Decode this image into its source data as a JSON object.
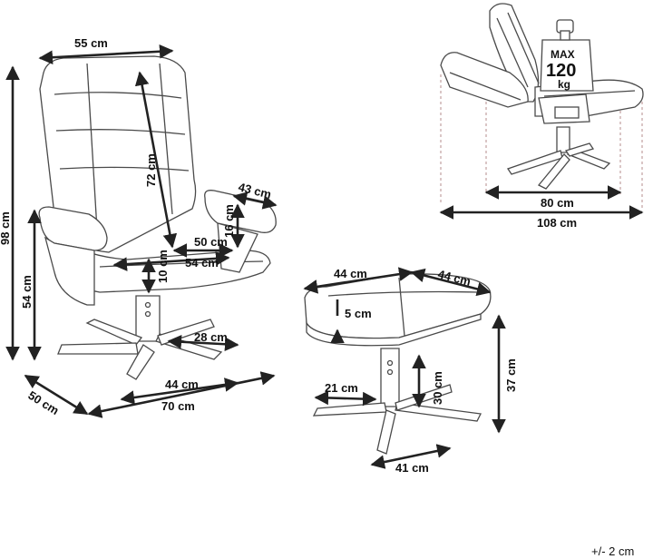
{
  "chair": {
    "width_top": "55 cm",
    "back_height": "72 cm",
    "arm_depth": "43 cm",
    "arm_height": "16 cm",
    "seat_width_inner": "50 cm",
    "seat_width": "54 cm",
    "seat_cushion": "10 cm",
    "total_height": "98 cm",
    "seat_height": "54 cm",
    "base_leg": "28 cm",
    "base_width": "44 cm",
    "depth": "50 cm",
    "total_width": "70 cm"
  },
  "recline": {
    "max_label": "MAX",
    "max_value": "120",
    "max_unit": "kg",
    "base_span": "80 cm",
    "total_span": "108 cm"
  },
  "ottoman": {
    "top_width": "44 cm",
    "top_depth": "44 cm",
    "cushion": "5 cm",
    "height": "37 cm",
    "leg": "21 cm",
    "column": "30 cm",
    "base": "41 cm"
  },
  "tolerance": "+/- 2 cm"
}
